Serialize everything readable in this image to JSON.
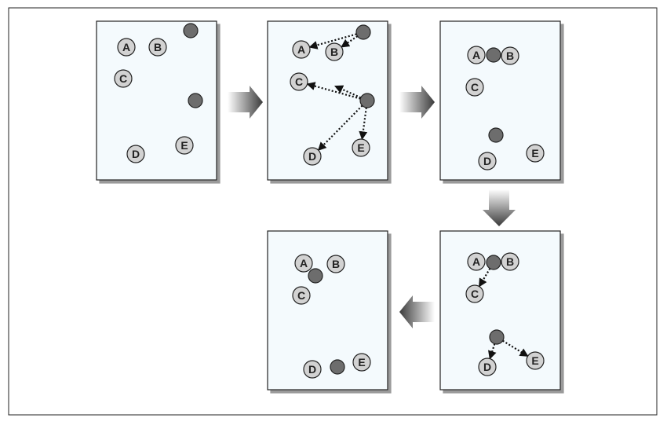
{
  "diagram": {
    "colors": {
      "panel_fill": "#f4fafd",
      "panel_stroke": "#222222",
      "point_fill": "#d2d2d2",
      "centroid_fill": "#6d6d6d",
      "arrow_dark": "#3a3a3a",
      "arrow_light": "#ffffff"
    },
    "panels": [
      {
        "id": "step-1",
        "points": [
          {
            "label": "A"
          },
          {
            "label": "B"
          },
          {
            "label": "C"
          },
          {
            "label": "D"
          },
          {
            "label": "E"
          }
        ],
        "centroids": 2,
        "assignment_arrows": []
      },
      {
        "id": "step-2",
        "points": [
          {
            "label": "A"
          },
          {
            "label": "B"
          },
          {
            "label": "C"
          },
          {
            "label": "D"
          },
          {
            "label": "E"
          }
        ],
        "centroids": 2,
        "assignment_arrows": [
          {
            "from": "centroid-1",
            "to": "A"
          },
          {
            "from": "centroid-1",
            "to": "B"
          },
          {
            "from": "centroid-2",
            "to": "C"
          },
          {
            "from": "centroid-2",
            "to": "D"
          },
          {
            "from": "centroid-2",
            "to": "E"
          }
        ]
      },
      {
        "id": "step-3",
        "points": [
          {
            "label": "A"
          },
          {
            "label": "B"
          },
          {
            "label": "C"
          },
          {
            "label": "D"
          },
          {
            "label": "E"
          }
        ],
        "centroids": 2,
        "assignment_arrows": []
      },
      {
        "id": "step-4",
        "points": [
          {
            "label": "A"
          },
          {
            "label": "B"
          },
          {
            "label": "C"
          },
          {
            "label": "D"
          },
          {
            "label": "E"
          }
        ],
        "centroids": 2,
        "assignment_arrows": [
          {
            "from": "centroid-1",
            "to": "C"
          },
          {
            "from": "centroid-2",
            "to": "D"
          },
          {
            "from": "centroid-2",
            "to": "E"
          }
        ]
      },
      {
        "id": "step-5",
        "points": [
          {
            "label": "A"
          },
          {
            "label": "B"
          },
          {
            "label": "C"
          },
          {
            "label": "D"
          },
          {
            "label": "E"
          }
        ],
        "centroids": 2,
        "assignment_arrows": []
      }
    ],
    "flow_arrows": [
      {
        "from": "step-1",
        "to": "step-2",
        "direction": "right"
      },
      {
        "from": "step-2",
        "to": "step-3",
        "direction": "right"
      },
      {
        "from": "step-3",
        "to": "step-4",
        "direction": "down"
      },
      {
        "from": "step-4",
        "to": "step-5",
        "direction": "left"
      }
    ]
  }
}
